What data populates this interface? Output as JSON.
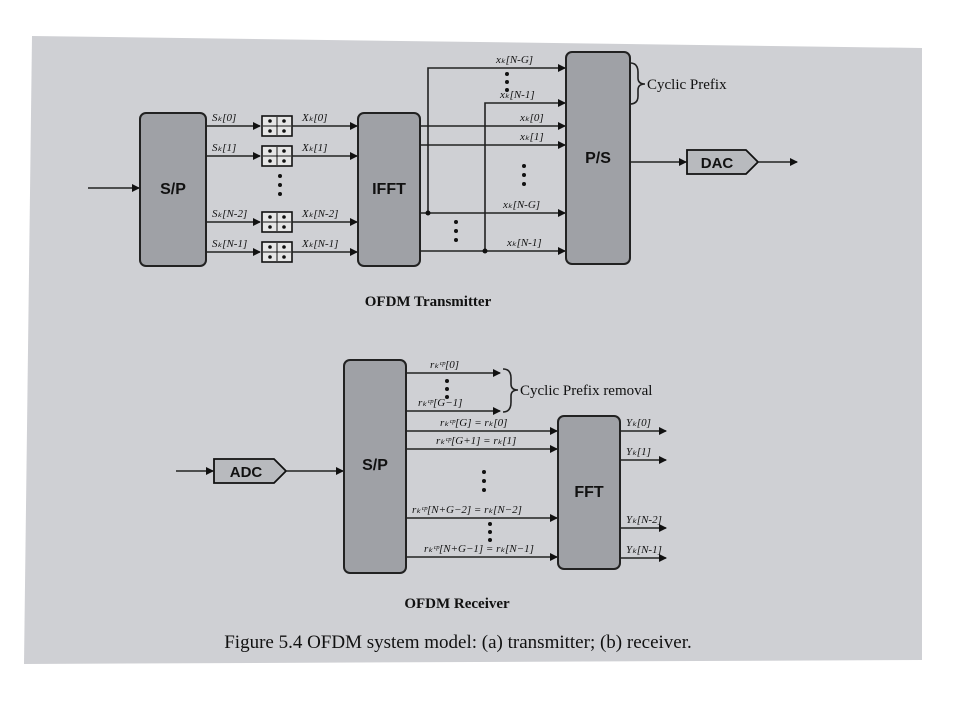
{
  "transmitter": {
    "title": "OFDM Transmitter",
    "sp_label": "S/P",
    "ifft_label": "IFFT",
    "ps_label": "P/S",
    "dac_label": "DAC",
    "cyclic_prefix": "Cyclic Prefix",
    "inputs": [
      "Sₖ[0]",
      "Sₖ[1]",
      "Sₖ[N-2]",
      "Sₖ[N-1]"
    ],
    "mapped": [
      "Xₖ[0]",
      "Xₖ[1]",
      "Xₖ[N-2]",
      "Xₖ[N-1]"
    ],
    "ps_inputs": [
      "xₖ[N-G]",
      "xₖ[N-1]",
      "xₖ[0]",
      "xₖ[1]",
      "xₖ[N-G]",
      "xₖ[N-1]"
    ]
  },
  "receiver": {
    "title": "OFDM Receiver",
    "adc_label": "ADC",
    "sp_label": "S/P",
    "fft_label": "FFT",
    "cp_removal": "Cyclic Prefix removal",
    "cp_signals": [
      "rₖᶜᵖ[0]",
      "rₖᶜᵖ[G−1]"
    ],
    "fft_inputs": [
      "rₖᶜᵖ[G] = rₖ[0]",
      "rₖᶜᵖ[G+1] = rₖ[1]",
      "rₖᶜᵖ[N+G−2] = rₖ[N−2]",
      "rₖᶜᵖ[N+G−1] = rₖ[N−1]"
    ],
    "outputs": [
      "Yₖ[0]",
      "Yₖ[1]",
      "Yₖ[N-2]",
      "Yₖ[N-1]"
    ]
  },
  "caption": "Figure 5.4  OFDM system model: (a) transmitter; (b) receiver."
}
